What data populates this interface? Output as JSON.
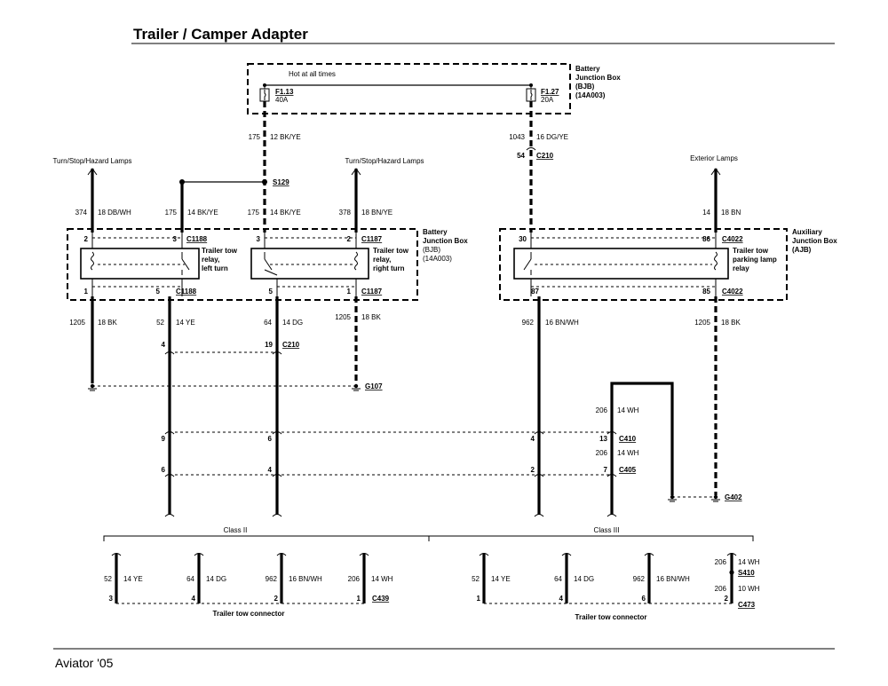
{
  "title": "Trailer / Camper Adapter",
  "footer": "Aviator '05",
  "bjb_top": {
    "hot_label": "Hot at all times",
    "name_lines": [
      "Battery",
      "Junction Box",
      "(BJB)",
      "(14A003)"
    ],
    "fuses": [
      {
        "name": "F1.13",
        "rating": "40A"
      },
      {
        "name": "F1.27",
        "rating": "20A"
      }
    ]
  },
  "wires": {
    "w175_top": {
      "circuit": "175",
      "label": "12  BK/YE"
    },
    "w1043": {
      "circuit": "1043",
      "label": "16  DG/YE"
    },
    "w374": {
      "circuit": "374",
      "label": "18  DB/WH"
    },
    "w175_a": {
      "circuit": "175",
      "label": "14  BK/YE"
    },
    "w175_b": {
      "circuit": "175",
      "label": "14  BK/YE"
    },
    "w378": {
      "circuit": "378",
      "label": "18  BN/YE"
    },
    "w14": {
      "circuit": "14",
      "label": "18  BN"
    },
    "w1205_a": {
      "circuit": "1205",
      "label": "18  BK"
    },
    "w52": {
      "circuit": "52",
      "label": "14  YE"
    },
    "w64": {
      "circuit": "64",
      "label": "14  DG"
    },
    "w1205_b": {
      "circuit": "1205",
      "label": "18  BK"
    },
    "w962": {
      "circuit": "962",
      "label": "16  BN/WH"
    },
    "w1205_c": {
      "circuit": "1205",
      "label": "18  BK"
    },
    "w206_a": {
      "circuit": "206",
      "label": "14  WH"
    },
    "w206_b": {
      "circuit": "206",
      "label": "14  WH"
    }
  },
  "sources": {
    "left_lamps": "Turn/Stop/Hazard Lamps",
    "mid_lamps": "Turn/Stop/Hazard Lamps",
    "ext_lamps": "Exterior Lamps"
  },
  "splices": {
    "s129": "S129",
    "s410": "S410"
  },
  "connectors": {
    "c210": "C210",
    "c210_pin": "54",
    "c210b": "C210",
    "c210b_pin": "19",
    "c1188": "C1188",
    "c1187": "C1187",
    "c4022": "C4022",
    "c410": "C410",
    "c405": "C405",
    "c439": "C439",
    "c473": "C473"
  },
  "grounds": {
    "g107": "G107",
    "g402": "G402"
  },
  "bjb_relays": {
    "name_lines": [
      "Battery",
      "Junction Box",
      "(BJB)",
      "(14A003)"
    ],
    "relay_left": [
      "Trailer tow",
      "relay,",
      "left turn"
    ],
    "relay_right": [
      "Trailer tow",
      "relay,",
      "right turn"
    ],
    "pins": {
      "l_top_a": "2",
      "l_top_b": "3",
      "l_bot_a": "1",
      "l_bot_b": "5",
      "r_top_a": "3",
      "r_top_b": "2",
      "r_bot_a": "5",
      "r_bot_b": "1"
    }
  },
  "ajb": {
    "name_lines": [
      "Auxiliary",
      "Junction Box",
      "(AJB)"
    ],
    "relay": [
      "Trailer tow",
      "parking lamp",
      "relay"
    ],
    "pins": {
      "top_a": "30",
      "top_b": "86",
      "bot_a": "87",
      "bot_b": "85"
    }
  },
  "pins_mid": {
    "p4": "4",
    "p9a": "9",
    "p6a": "6",
    "p9b": "6",
    "p6b": "4",
    "p4b": "4",
    "p13": "13",
    "p2": "2",
    "p7": "7"
  },
  "class2": {
    "label": "Class II",
    "connector_label": "Trailer tow connector",
    "pins": [
      {
        "circuit": "52",
        "label": "14  YE",
        "pin": "3"
      },
      {
        "circuit": "64",
        "label": "14  DG",
        "pin": "4"
      },
      {
        "circuit": "962",
        "label": "16  BN/WH",
        "pin": "2"
      },
      {
        "circuit": "206",
        "label": "14  WH",
        "pin": "1"
      }
    ]
  },
  "class3": {
    "label": "Class III",
    "connector_label": "Trailer tow connector",
    "pins": [
      {
        "circuit": "52",
        "label": "14  YE",
        "pin": "1"
      },
      {
        "circuit": "64",
        "label": "14  DG",
        "pin": "4"
      },
      {
        "circuit": "962",
        "label": "16  BN/WH",
        "pin": "6"
      }
    ],
    "w206_top": {
      "circuit": "206",
      "label": "14  WH"
    },
    "w206_bot": {
      "circuit": "206",
      "label": "10  WH",
      "pin": "2"
    }
  }
}
